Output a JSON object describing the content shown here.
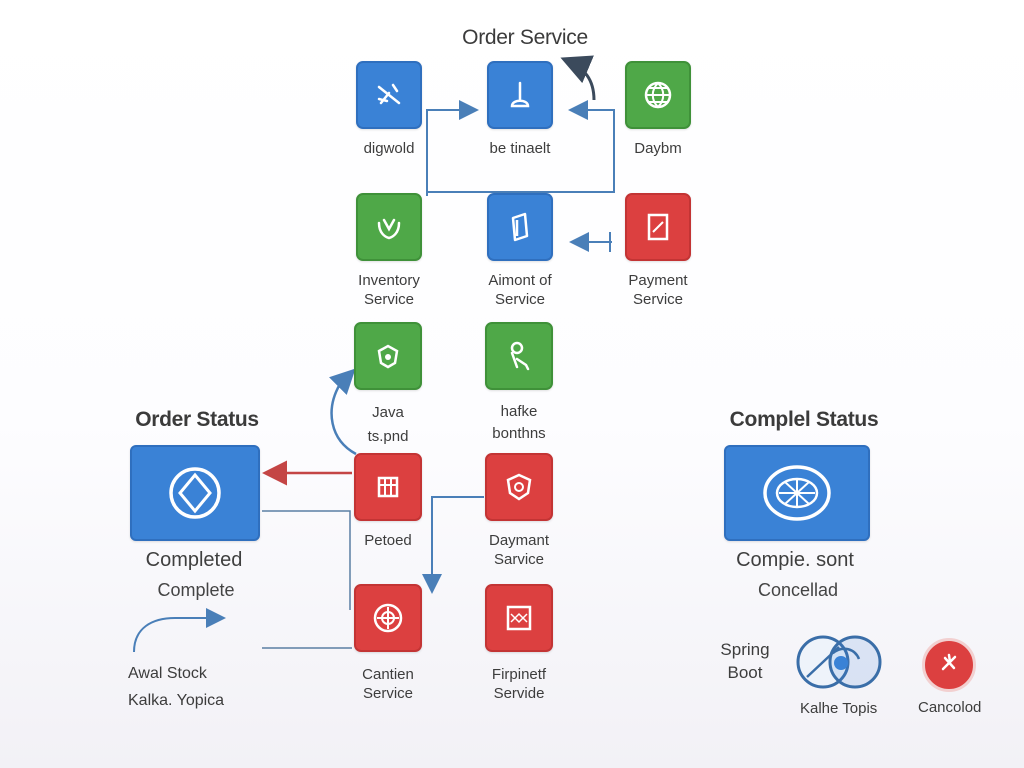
{
  "diagram": {
    "title": "Order Service",
    "nodes": [
      {
        "id": "n1",
        "lines": [
          "digwold"
        ],
        "color": "blue",
        "icon": "crossed-tools-icon"
      },
      {
        "id": "n2",
        "lines": [
          "be tinaelt"
        ],
        "color": "blue",
        "icon": "plunger-icon"
      },
      {
        "id": "n3",
        "lines": [
          "Daybm"
        ],
        "color": "green",
        "icon": "globe-icon"
      },
      {
        "id": "n4",
        "lines": [
          "Inventory",
          "Service"
        ],
        "color": "green",
        "icon": "shield-leaf-icon"
      },
      {
        "id": "n5",
        "lines": [
          "Aimont of",
          "Service"
        ],
        "color": "blue",
        "icon": "document-icon"
      },
      {
        "id": "n6",
        "lines": [
          "Payment",
          "Service"
        ],
        "color": "red",
        "icon": "frame-icon"
      },
      {
        "id": "n7",
        "lines": [
          "Java",
          "ts.pnd"
        ],
        "color": "green",
        "icon": "badge-icon"
      },
      {
        "id": "n8",
        "lines": [
          "hafke",
          "bonthns"
        ],
        "color": "green",
        "icon": "person-icon"
      },
      {
        "id": "n9",
        "lines": [
          "Petoed"
        ],
        "color": "red",
        "icon": "grid-box-icon"
      },
      {
        "id": "n10",
        "lines": [
          "Daymant",
          "Sarvice"
        ],
        "color": "red",
        "icon": "shield-icon"
      },
      {
        "id": "n11",
        "lines": [
          "Cantien",
          "Service"
        ],
        "color": "red",
        "icon": "target-icon"
      },
      {
        "id": "n12",
        "lines": [
          "Firpinetf",
          "Servide"
        ],
        "color": "red",
        "icon": "hatched-square-icon"
      }
    ],
    "left_panel": {
      "heading": "Order Status",
      "status": "Completed",
      "sub": "Complete",
      "legend_line1": "Awal  Stock",
      "legend_line2": "Kalka.  Yopica"
    },
    "right_panel": {
      "heading": "Complel Status",
      "status": "Compie. sont",
      "sub": "Concellad",
      "spring_label": [
        "Spring",
        "Boot"
      ],
      "topics_label": "Kalhe Topis",
      "cancel_label": "Cancolod"
    },
    "colors": {
      "blue": "#3a82d6",
      "green": "#4fa848",
      "red": "#dc4040",
      "edge_blue": "#4a7fb8",
      "edge_red": "#c44545"
    }
  }
}
